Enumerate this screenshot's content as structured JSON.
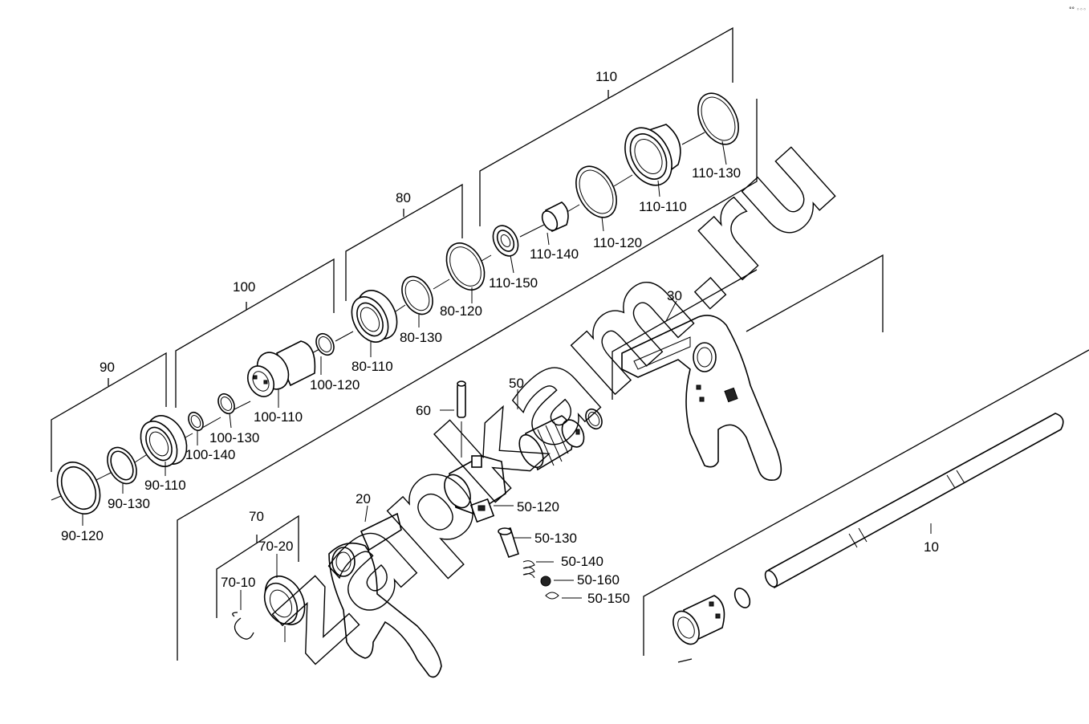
{
  "corner_mark": "°° ◦◦◦",
  "watermark": "zapkam.ru",
  "labels": {
    "l110": "110",
    "l110_130": "110-130",
    "l110_110": "110-110",
    "l110_120": "110-120",
    "l110_140": "110-140",
    "l110_150": "110-150",
    "l80": "80",
    "l80_120": "80-120",
    "l80_130": "80-130",
    "l80_110": "80-110",
    "l100": "100",
    "l100_120": "100-120",
    "l100_110": "100-110",
    "l100_130": "100-130",
    "l100_140": "100-140",
    "l90": "90",
    "l90_110": "90-110",
    "l90_130": "90-130",
    "l90_120": "90-120",
    "l30": "30",
    "l50": "50",
    "l60": "60",
    "l50_120": "50-120",
    "l50_130": "50-130",
    "l50_140": "50-140",
    "l50_160": "50-160",
    "l50_150": "50-150",
    "l20": "20",
    "l70": "70",
    "l70_20": "70-20",
    "l70_10": "70-10",
    "l10": "10"
  }
}
